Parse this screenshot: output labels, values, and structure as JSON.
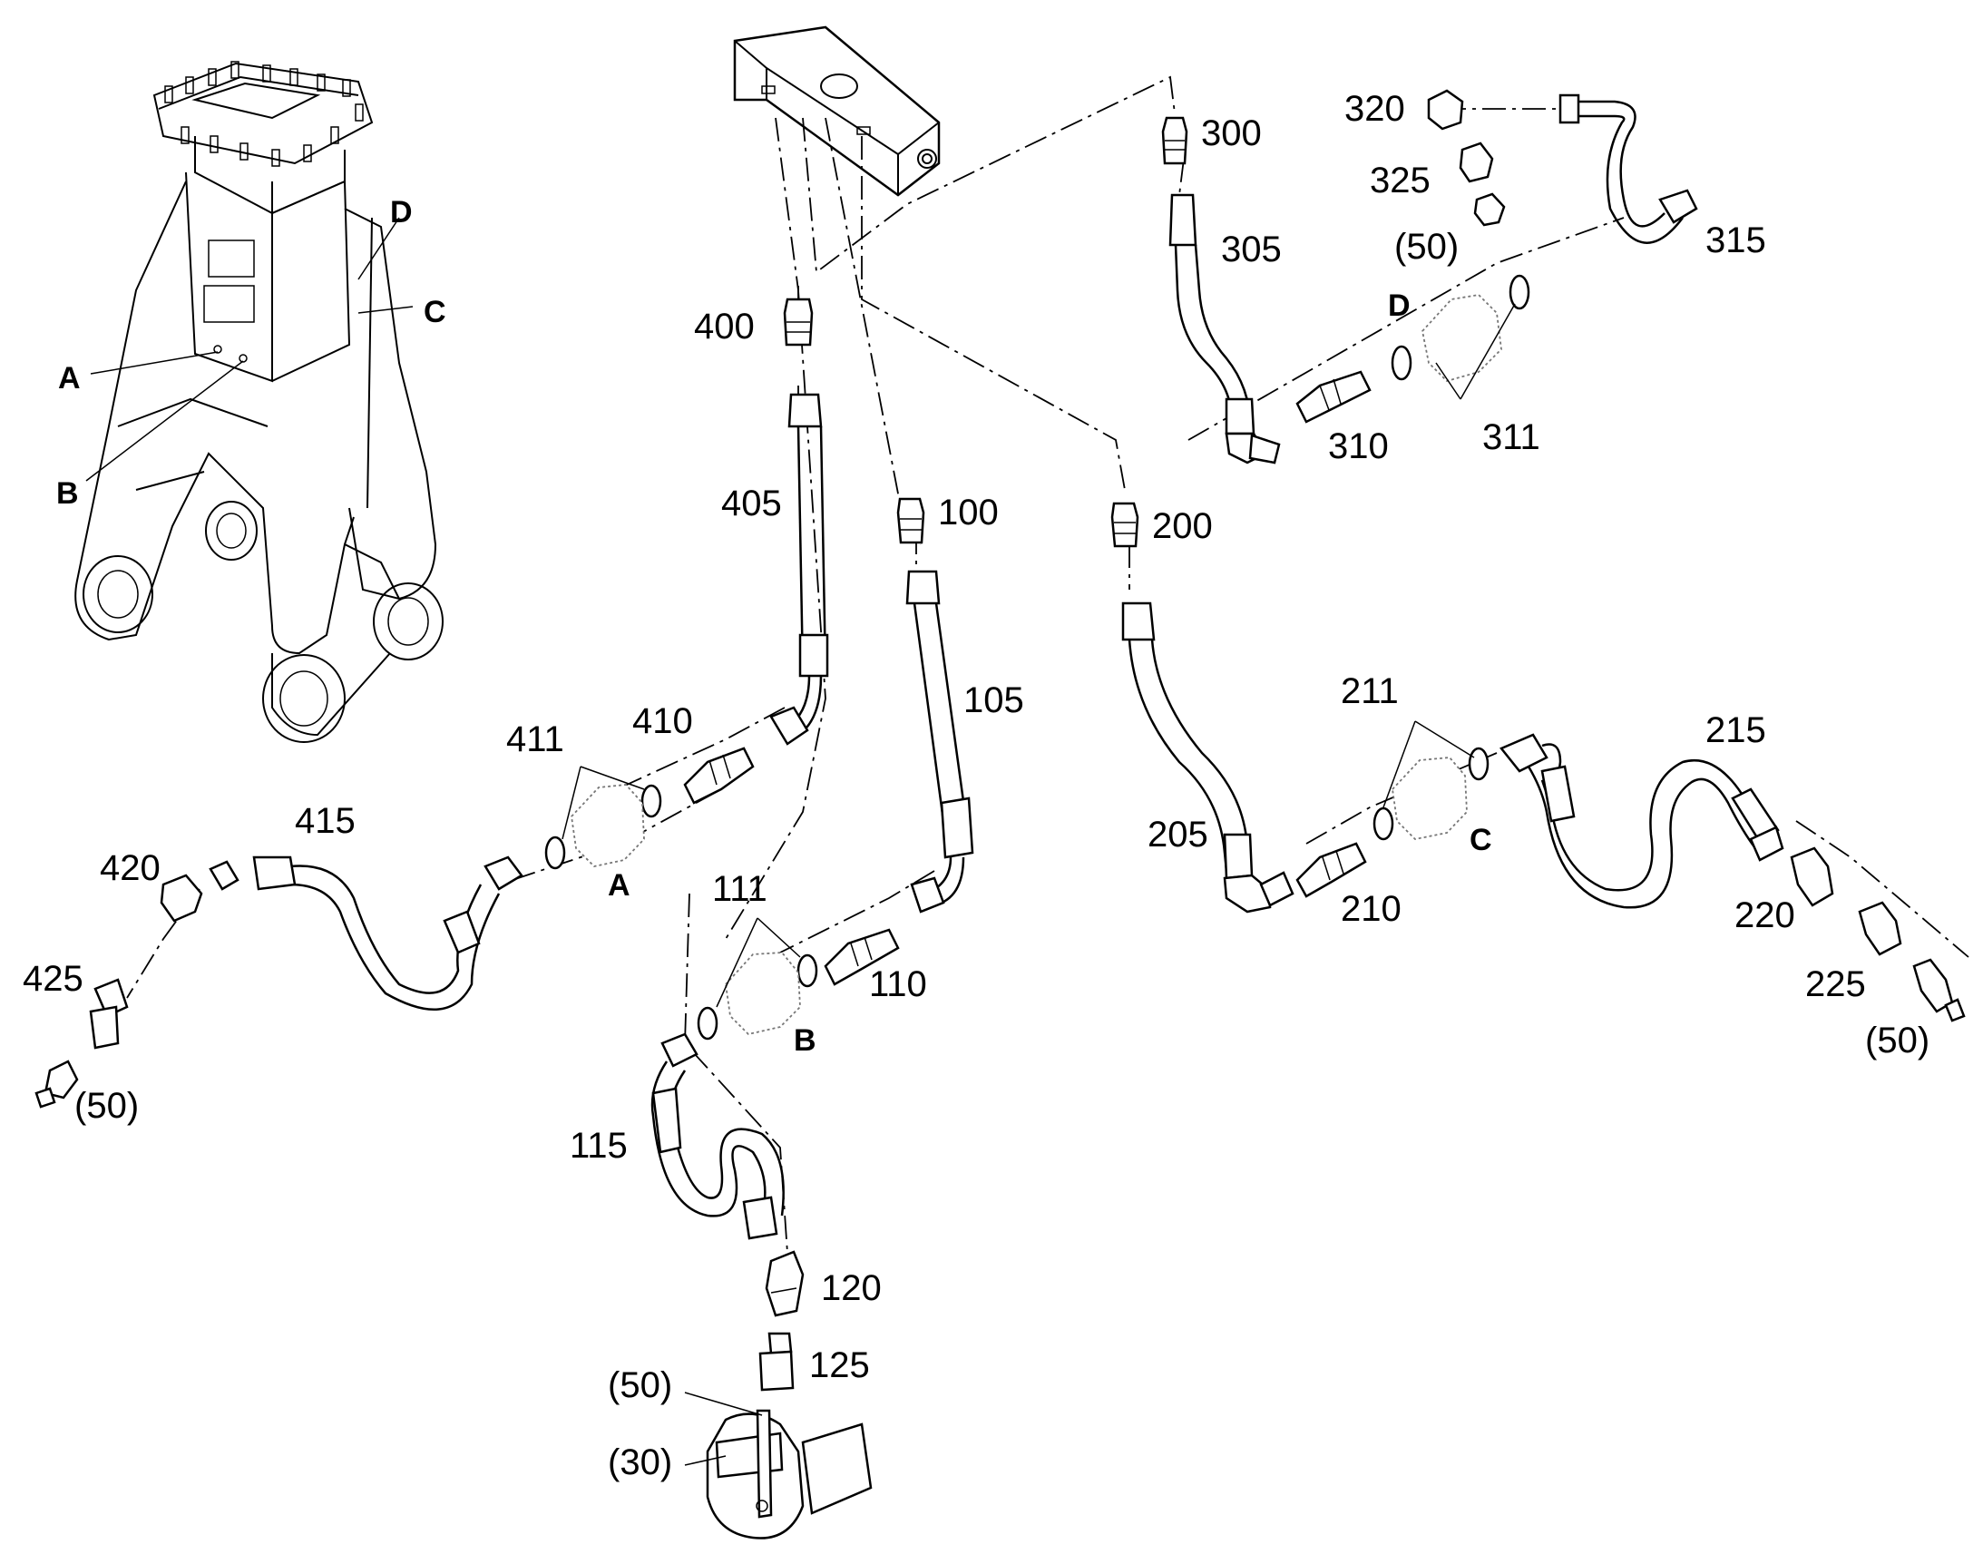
{
  "labels": {
    "p300": "300",
    "p305": "305",
    "p310": "310",
    "p311": "311",
    "p315": "315",
    "p320": "320",
    "p325": "325",
    "p50_top": "(50)",
    "p400": "400",
    "p405": "405",
    "p410": "410",
    "p411": "411",
    "p415": "415",
    "p420": "420",
    "p425": "425",
    "p50_left": "(50)",
    "p100": "100",
    "p105": "105",
    "p110": "110",
    "p111": "111",
    "p115": "115",
    "p120": "120",
    "p125": "125",
    "p50_bottom": "(50)",
    "p30": "(30)",
    "p200": "200",
    "p205": "205",
    "p210": "210",
    "p211": "211",
    "p215": "215",
    "p220": "220",
    "p225": "225",
    "p50_right": "(50)"
  },
  "letters": {
    "overview_a": "A",
    "overview_b": "B",
    "overview_c": "C",
    "overview_d": "D",
    "bulk_a": "A",
    "bulk_b": "B",
    "bulk_c": "C",
    "bulk_d": "D"
  }
}
